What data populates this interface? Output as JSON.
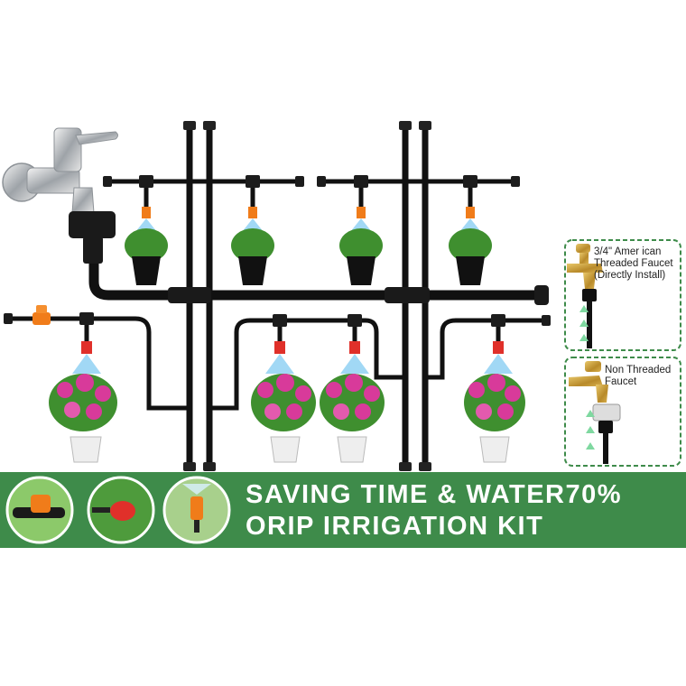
{
  "inset_threaded": {
    "caption": "3/4\" Amer ican Threaded Faucet (Directly Install)"
  },
  "inset_non_threaded": {
    "caption": "Non Threaded Faucet"
  },
  "banner": {
    "line1": "SAVING TIME & WATER70%",
    "line2": "ORIP IRRIGATION KIT",
    "background_color": "#3e8b4a"
  },
  "colors": {
    "tube": "#111111",
    "dripper_orange": "#f07c1a",
    "valve_red": "#e0302a",
    "spray_blue": "#6ec3f0",
    "inset_border": "#3e8b4a",
    "brass": "#c9a23a",
    "flower_pink": "#d83a9a",
    "leaf_green": "#3f8f2f"
  },
  "icons": {
    "faucet": "chrome-faucet-icon",
    "inset_faucet": "brass-faucet-icon",
    "valve": "orange-valve-icon",
    "arrow": "up-arrow-icon"
  }
}
